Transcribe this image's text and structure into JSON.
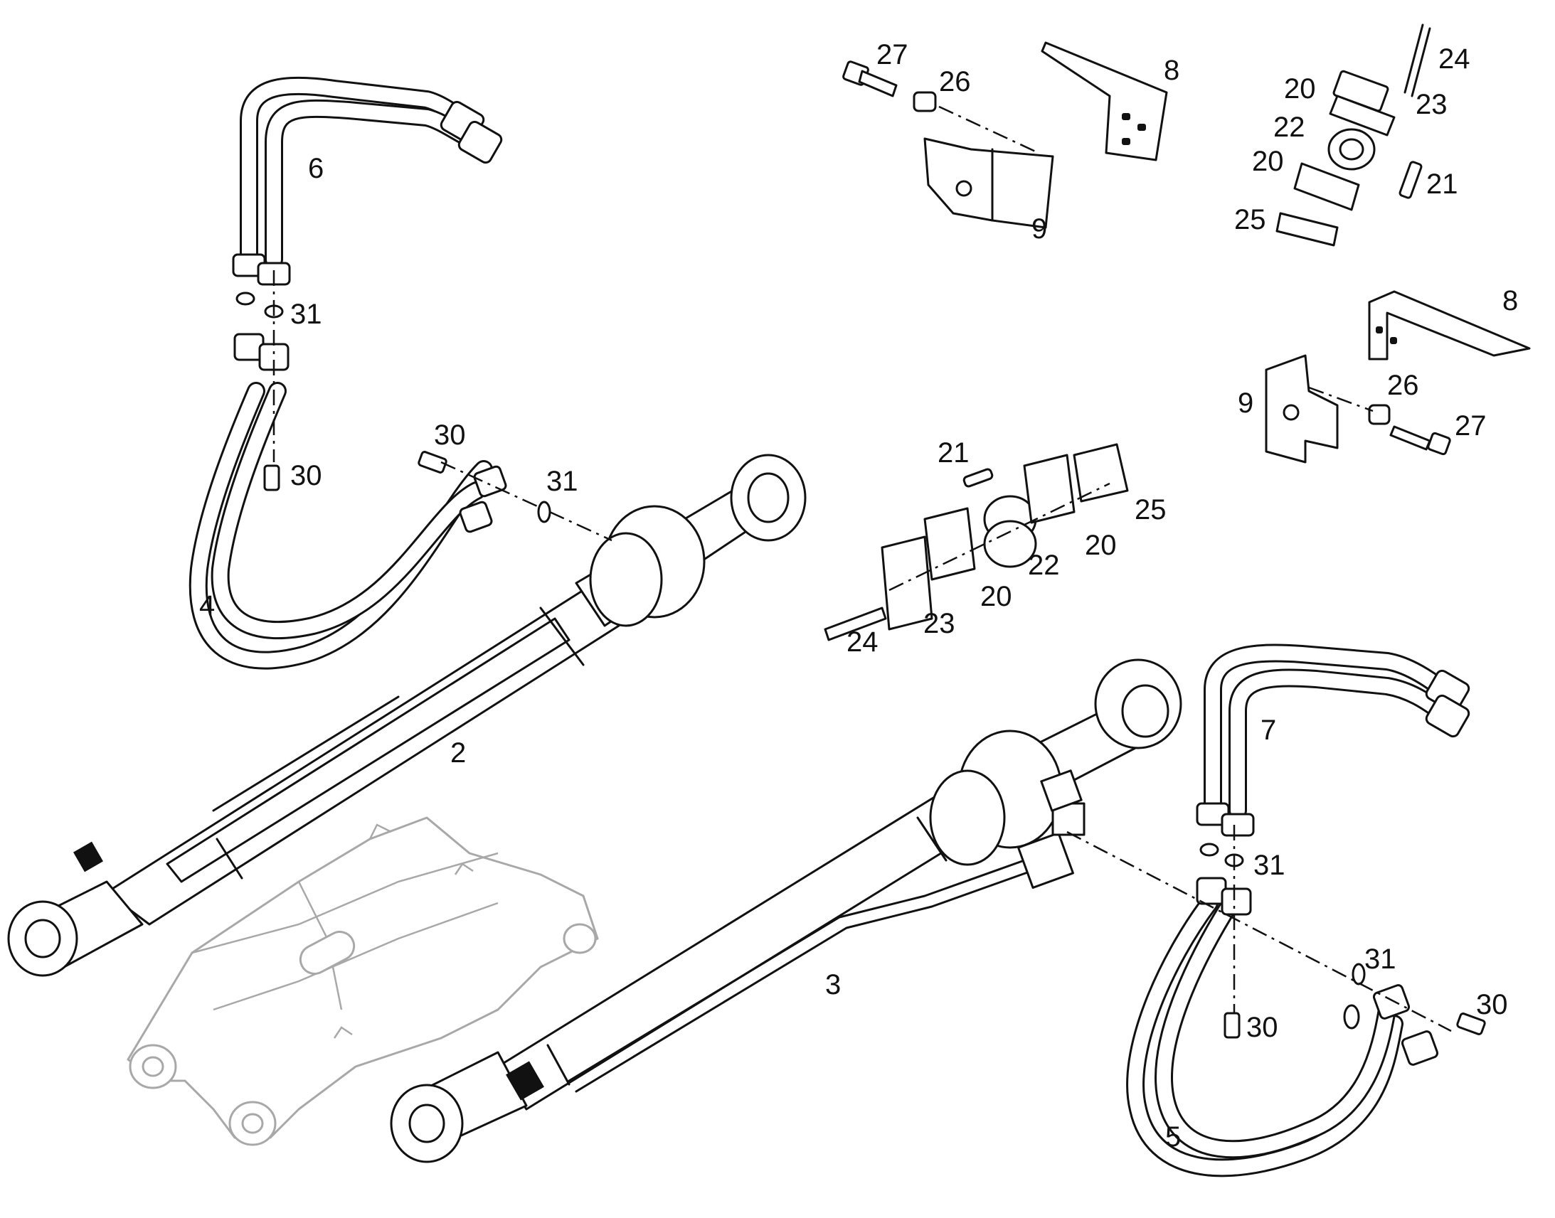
{
  "diagram": {
    "line_color": "#111111",
    "ghost_color": "#a8a8a8",
    "callouts": [
      {
        "id": "c27a",
        "text": "27"
      },
      {
        "id": "c26a",
        "text": "26"
      },
      {
        "id": "c8a",
        "text": "8"
      },
      {
        "id": "c9a",
        "text": "9"
      },
      {
        "id": "c24a",
        "text": "24"
      },
      {
        "id": "c20a",
        "text": "20"
      },
      {
        "id": "c23a",
        "text": "23"
      },
      {
        "id": "c22a",
        "text": "22"
      },
      {
        "id": "c20b",
        "text": "20"
      },
      {
        "id": "c21a",
        "text": "21"
      },
      {
        "id": "c25a",
        "text": "25"
      },
      {
        "id": "c8b",
        "text": "8"
      },
      {
        "id": "c26b",
        "text": "26"
      },
      {
        "id": "c9b",
        "text": "9"
      },
      {
        "id": "c27b",
        "text": "27"
      },
      {
        "id": "c6",
        "text": "6"
      },
      {
        "id": "c31a",
        "text": "31"
      },
      {
        "id": "c30a",
        "text": "30"
      },
      {
        "id": "c30b",
        "text": "30"
      },
      {
        "id": "c31b",
        "text": "31"
      },
      {
        "id": "c4",
        "text": "4"
      },
      {
        "id": "c2",
        "text": "2"
      },
      {
        "id": "c21b",
        "text": "21"
      },
      {
        "id": "c25b",
        "text": "25"
      },
      {
        "id": "c20c",
        "text": "20"
      },
      {
        "id": "c22b",
        "text": "22"
      },
      {
        "id": "c20d",
        "text": "20"
      },
      {
        "id": "c23b",
        "text": "23"
      },
      {
        "id": "c24b",
        "text": "24"
      },
      {
        "id": "c7",
        "text": "7"
      },
      {
        "id": "c31c",
        "text": "31"
      },
      {
        "id": "c3",
        "text": "3"
      },
      {
        "id": "c31d",
        "text": "31"
      },
      {
        "id": "c30c",
        "text": "30"
      },
      {
        "id": "c30d",
        "text": "30"
      },
      {
        "id": "c5",
        "text": "5"
      }
    ]
  }
}
